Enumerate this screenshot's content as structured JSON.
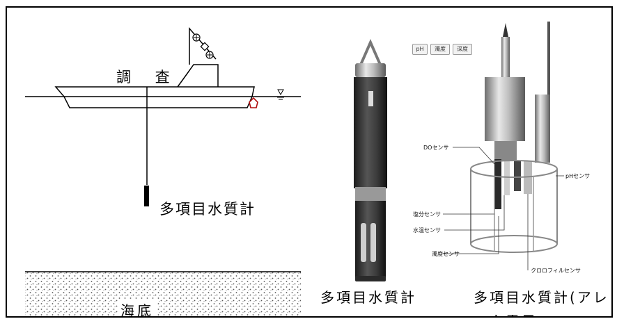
{
  "left_diagram": {
    "survey_label": "調 査",
    "meter_label": "多項目水質計",
    "seabed_label": "海底"
  },
  "captions": {
    "device_1": "多項目水質計",
    "device_2": "多項目水質計(アレック電子"
  },
  "sensor_device": {
    "tags": [
      "pH",
      "濁度",
      "深度"
    ],
    "labels": {
      "do": "DOセンサ",
      "ph": "pHセンサ",
      "salinity": "塩分センサ",
      "water_temp": "水温センサ",
      "turbidity": "濁度センサ",
      "chlorophyll": "クロロフィルセンサ"
    }
  },
  "colors": {
    "line": "#000000",
    "marker_red": "#b01010"
  }
}
